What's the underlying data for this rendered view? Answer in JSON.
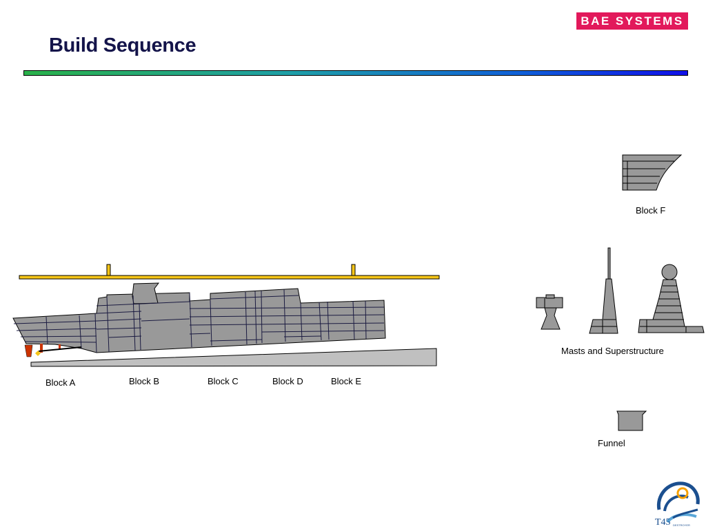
{
  "slide": {
    "title": "Build Sequence"
  },
  "brand": {
    "logo_text": "BAE SYSTEMS",
    "logo_color": "#e2195b"
  },
  "labels": {
    "block_a": "Block A",
    "block_b": "Block B",
    "block_c": "Block C",
    "block_d": "Block D",
    "block_e": "Block E",
    "block_f": "Block F",
    "masts": "Masts and Superstructure",
    "funnel": "Funnel"
  },
  "emblem": {
    "text": "T45",
    "subtext": "DESTROYER"
  },
  "colors": {
    "hull": "#999999",
    "crane": "#f5c518",
    "slipway": "#c0c0c0",
    "rudder": "#cc3300"
  }
}
